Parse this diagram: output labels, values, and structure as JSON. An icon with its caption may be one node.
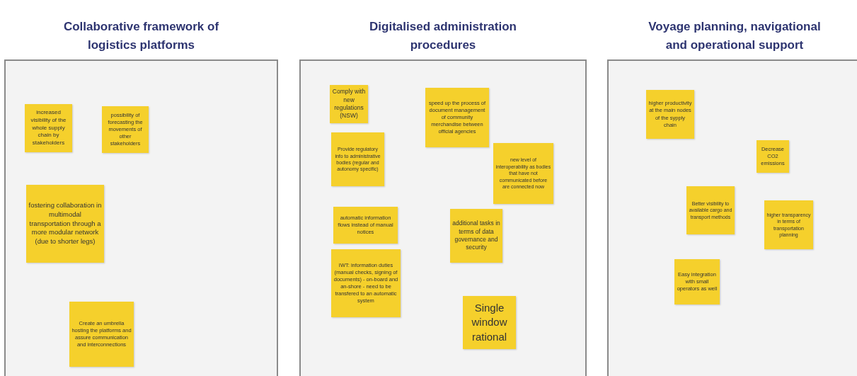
{
  "diagram": {
    "nodes": [
      {
        "text": [
          "Collaborative framework of logistics platforms"
        ]
      },
      {
        "text": [
          "increased visibility of the whole supply chain by stakeholders"
        ],
        "in": 0
      },
      {
        "text": [
          "possibility of forecasting the movements of other stakeholders"
        ],
        "in": 0
      },
      {
        "text": [
          "fostering collaboration in multimodal transportation through a more modular network (due to shorter legs)"
        ],
        "in": 0
      },
      {
        "text": [
          "Create an umbrella hosting the platforms and assure communication and interconnections"
        ],
        "in": 0
      },
      {
        "text": [
          "Digitalised administration procedures"
        ]
      },
      {
        "text": [
          "Comply with new regulations (NSW)"
        ],
        "in": 5
      },
      {
        "text": [
          "Provide regulatory info to administrative bodies (regular and autonomy specific)"
        ],
        "in": 5
      },
      {
        "text": [
          "speed up the process of document management of community merchandise between official agencies"
        ],
        "in": 5
      },
      {
        "text": [
          "new level of interoperability as bodies that have not communicated before are connected now"
        ],
        "in": 5
      },
      {
        "text": [
          "automatic information flows instead of manual notices"
        ],
        "in": 5
      },
      {
        "text": [
          "additional tasks in terms of data governance and security"
        ],
        "in": 5
      },
      {
        "text": [
          "IWT: information duties (manual checks, signing of documents) - on-board and an-shore - need to be transfered to an automatic system"
        ],
        "in": 5
      },
      {
        "text": [
          "Single window rational"
        ],
        "in": 5
      },
      {
        "text": [
          "Voyage planning, navigational and operational support"
        ]
      },
      {
        "text": [
          "higher productivity at the main nodes of the sypply  chain"
        ],
        "in": 14
      },
      {
        "text": [
          "Decrease CO2 emissions"
        ],
        "in": 14
      },
      {
        "text": [
          "Better visibility to available cargo and transport methods"
        ],
        "in": 14
      },
      {
        "text": [
          "higher transparency in terms of transportation planning"
        ],
        "in": 14
      },
      {
        "text": [
          "Easy integration with small operators as well"
        ],
        "in": 14
      }
    ]
  }
}
